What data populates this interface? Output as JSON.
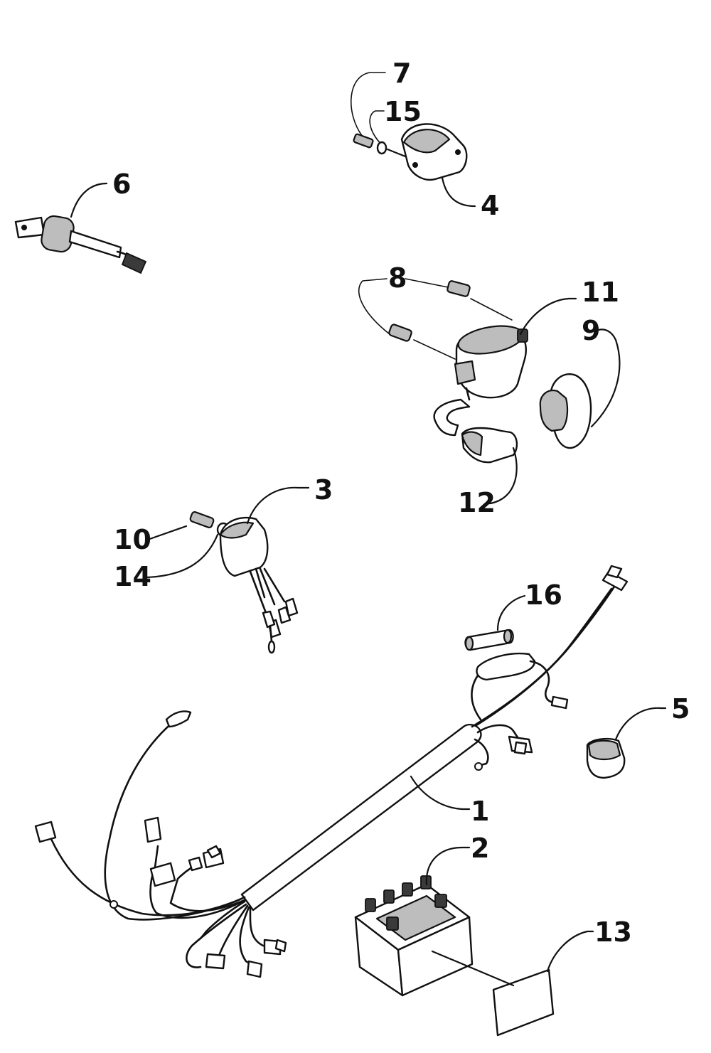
{
  "callouts": [
    {
      "id": "c1",
      "text": "1"
    },
    {
      "id": "c2",
      "text": "2"
    },
    {
      "id": "c3",
      "text": "3"
    },
    {
      "id": "c4",
      "text": "4"
    },
    {
      "id": "c5",
      "text": "5"
    },
    {
      "id": "c6",
      "text": "6"
    },
    {
      "id": "c7",
      "text": "7"
    },
    {
      "id": "c8",
      "text": "8"
    },
    {
      "id": "c9",
      "text": "9"
    },
    {
      "id": "c10",
      "text": "10"
    },
    {
      "id": "c11",
      "text": "11"
    },
    {
      "id": "c12",
      "text": "12"
    },
    {
      "id": "c13",
      "text": "13"
    },
    {
      "id": "c14",
      "text": "14"
    },
    {
      "id": "c15",
      "text": "15"
    },
    {
      "id": "c16",
      "text": "16"
    }
  ]
}
